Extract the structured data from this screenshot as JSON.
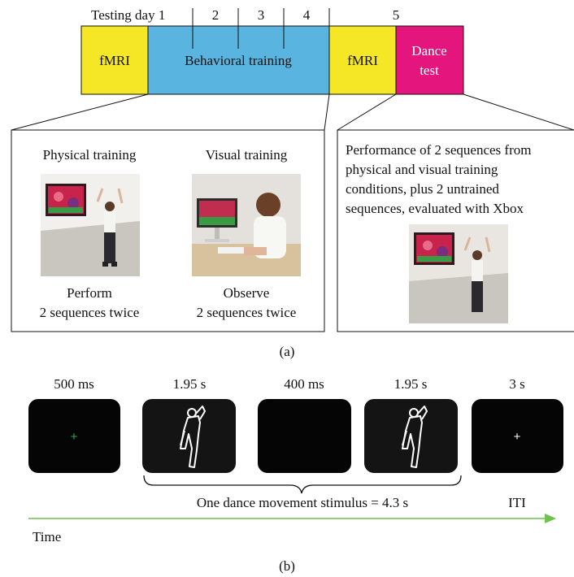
{
  "timeline": {
    "day_label": "Testing day 1",
    "day_numbers": [
      "2",
      "3",
      "4",
      "5"
    ],
    "blocks": {
      "fmri_pre": "fMRI",
      "behavioral": "Behavioral training",
      "fmri_post": "fMRI",
      "dance_line1": "Dance",
      "dance_line2": "test"
    },
    "colors": {
      "fmri": "#f5e626",
      "behavioral": "#5ab4e0",
      "dance": "#e5157e"
    }
  },
  "training": {
    "physical": {
      "title": "Physical training",
      "line1": "Perform",
      "line2": "2 sequences twice"
    },
    "visual": {
      "title": "Visual training",
      "line1": "Observe",
      "line2": "2 sequences twice"
    }
  },
  "dance_test": {
    "lines": [
      "Performance of 2 sequences from",
      "physical and visual training",
      "conditions, plus 2 untrained",
      "sequences, evaluated with Xbox"
    ]
  },
  "panel_a_label": "(a)",
  "sequence": {
    "durations": [
      "500 ms",
      "1.95 s",
      "400 ms",
      "1.95 s",
      "3 s"
    ],
    "stimulus_label": "One dance movement stimulus = 4.3 s",
    "iti_label": "ITI",
    "time_label": "Time",
    "fixation_symbol": "+",
    "fixation_colors": {
      "first": "#2ea84a",
      "last": "#ffffff"
    },
    "arrow_color": "#6cc24a"
  },
  "panel_b_label": "(b)"
}
